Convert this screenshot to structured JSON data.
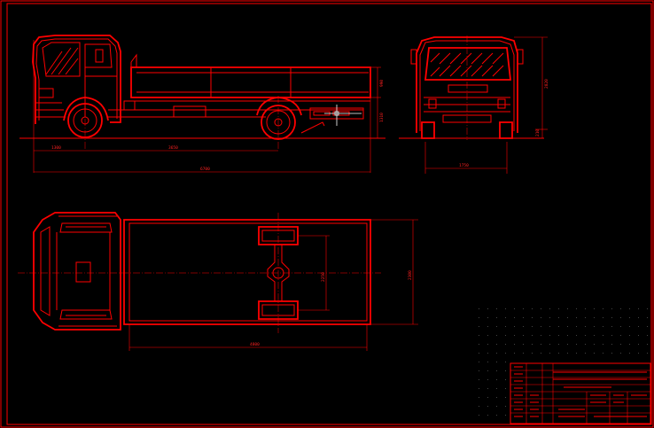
{
  "views": [
    "side-view",
    "front-view",
    "top-view"
  ],
  "colors": {
    "background": "#000000",
    "lines": "#ff0000",
    "cursor": "#ffffff",
    "grid_dots": "#6a6a6a"
  },
  "dimensions": {
    "front_overhang": "1300",
    "wheelbase": "3650",
    "overall_length": "6700",
    "body_height": "990",
    "frame_height": "1310",
    "front_height": "2820",
    "ground_clearance": "210",
    "front_width": "1750",
    "top_track": "2250",
    "top_width": "2300",
    "top_body_length": "4800"
  },
  "title_block": {
    "title": "",
    "rows": []
  }
}
